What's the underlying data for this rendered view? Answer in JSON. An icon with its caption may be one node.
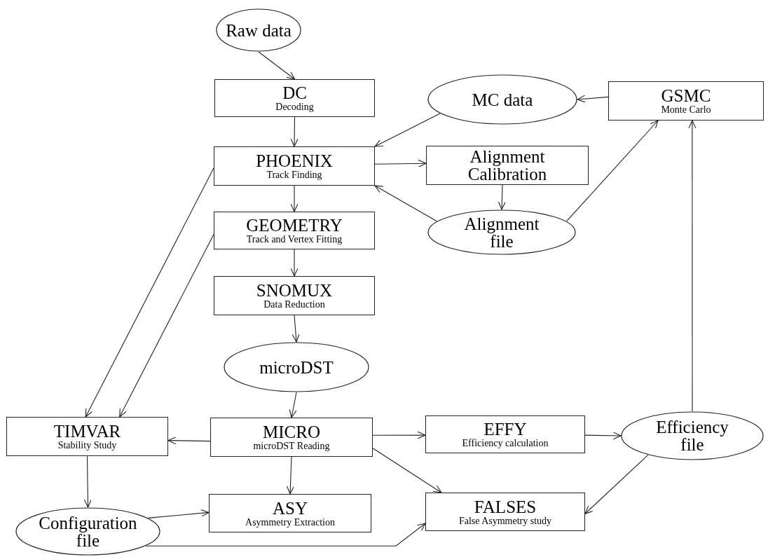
{
  "diagram": {
    "nodes": [
      {
        "text": [
          "Raw data"
        ]
      },
      {
        "text": [
          "DC",
          "Decoding"
        ]
      },
      {
        "text": [
          "MC data"
        ]
      },
      {
        "text": [
          "GSMC",
          "Monte Carlo"
        ]
      },
      {
        "text": [
          "PHOENIX",
          "Track Finding"
        ]
      },
      {
        "text": [
          "Alignment Calibration"
        ]
      },
      {
        "text": [
          "Alignment file"
        ]
      },
      {
        "text": [
          "GEOMETRY",
          "Track and Vertex Fitting"
        ]
      },
      {
        "text": [
          "SNOMUX",
          "Data Reduction"
        ]
      },
      {
        "text": [
          "microDST"
        ]
      },
      {
        "text": [
          "TIMVAR",
          "Stability Study"
        ]
      },
      {
        "text": [
          "MICRO",
          "microDST Reading"
        ]
      },
      {
        "text": [
          "EFFY",
          "Efficiency calculation"
        ]
      },
      {
        "text": [
          "Efficiency file"
        ]
      },
      {
        "text": [
          "ASY",
          "Asymmetry Extraction"
        ]
      },
      {
        "text": [
          "Configuration file"
        ]
      },
      {
        "text": [
          "FALSES",
          "False Asymmetry study"
        ]
      }
    ],
    "edges": [
      {
        "from": 0,
        "to": 1,
        "arrow": "to"
      },
      {
        "from": 1,
        "to": 4,
        "arrow": "to"
      },
      {
        "from": 2,
        "to": 4,
        "arrow": "to"
      },
      {
        "from": 3,
        "to": 2,
        "arrow": "to"
      },
      {
        "from": 4,
        "to": 5,
        "arrow": "to"
      },
      {
        "from": 5,
        "to": 6,
        "arrow": "to"
      },
      {
        "from": 6,
        "to": 4,
        "arrow": "to"
      },
      {
        "from": 6,
        "to": 3,
        "arrow": "to"
      },
      {
        "from": 4,
        "to": 7,
        "arrow": "to"
      },
      {
        "from": 7,
        "to": 8,
        "arrow": "to"
      },
      {
        "from": 8,
        "to": 9,
        "arrow": "to"
      },
      {
        "from": 9,
        "to": 11,
        "arrow": "to"
      },
      {
        "from": 4,
        "to": 10,
        "arrow": "to"
      },
      {
        "from": 7,
        "to": 10,
        "arrow": "to"
      },
      {
        "from": 11,
        "to": 10,
        "arrow": "to"
      },
      {
        "from": 11,
        "to": 12,
        "arrow": "to"
      },
      {
        "from": 11,
        "to": 16,
        "arrow": "to"
      },
      {
        "from": 12,
        "to": 13,
        "arrow": "to"
      },
      {
        "from": 13,
        "to": 3,
        "arrow": "to"
      },
      {
        "from": 13,
        "to": 16,
        "arrow": "to"
      },
      {
        "from": 11,
        "to": 14,
        "arrow": "to"
      },
      {
        "from": 10,
        "to": 15,
        "arrow": "to"
      },
      {
        "from": 15,
        "to": 14,
        "arrow": "to"
      },
      {
        "from": 15,
        "to": 16,
        "arrow": "to"
      }
    ]
  }
}
